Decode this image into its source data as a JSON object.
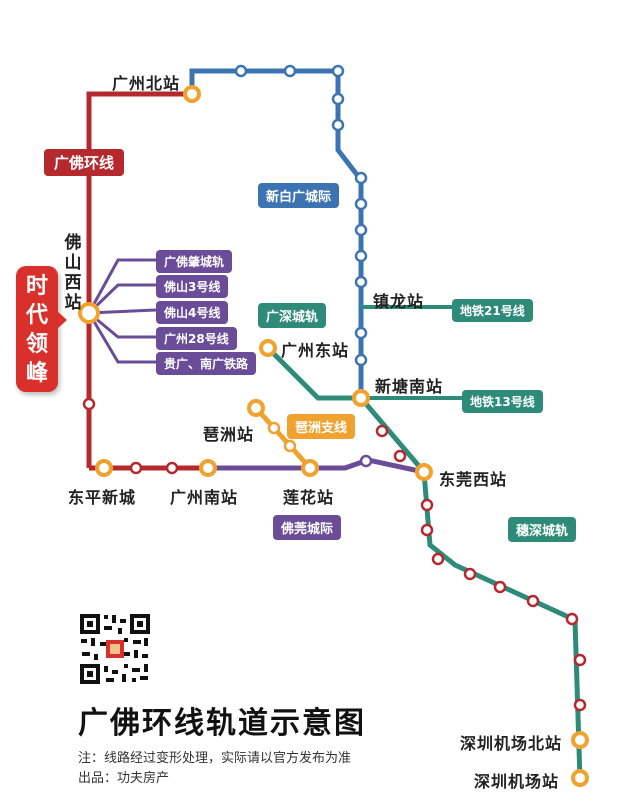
{
  "title": "广佛环线轨道示意图",
  "note": "注：线路经过变形处理，实际请以官方发布为准",
  "credit": "出品：功夫房产",
  "badge": "时代领峰",
  "stations": {
    "guangzhou_north": "广州北站",
    "foshan_west": "佛山西站",
    "dongping": "东平新城",
    "guangzhou_south": "广州南站",
    "lianhua": "莲花站",
    "pizhou": "琶洲站",
    "guangzhou_east": "广州东站",
    "zhenlong": "镇龙站",
    "xintang_south": "新塘南站",
    "dongguan_west": "东莞西站",
    "sz_airport_north": "深圳机场北站",
    "sz_airport": "深圳机场站"
  },
  "lines": {
    "guangfo_ring": "广佛环线",
    "xinbai": "新白广城际",
    "guangshen": "广深城轨",
    "pizhou_branch": "琶洲支线",
    "foguan": "佛莞城际",
    "suishen": "穗深城轨",
    "metro21": "地铁21号线",
    "metro13": "地铁13号线"
  },
  "foshan_connections": [
    "广佛肇城轨",
    "佛山3号线",
    "佛山4号线",
    "广州28号线",
    "贵广、南广铁路"
  ],
  "colors": {
    "ring": "#b5282e",
    "xinbai": "#3c73b3",
    "green": "#2e8b7a",
    "purple": "#6a4c98",
    "orange": "#f1a22e"
  }
}
